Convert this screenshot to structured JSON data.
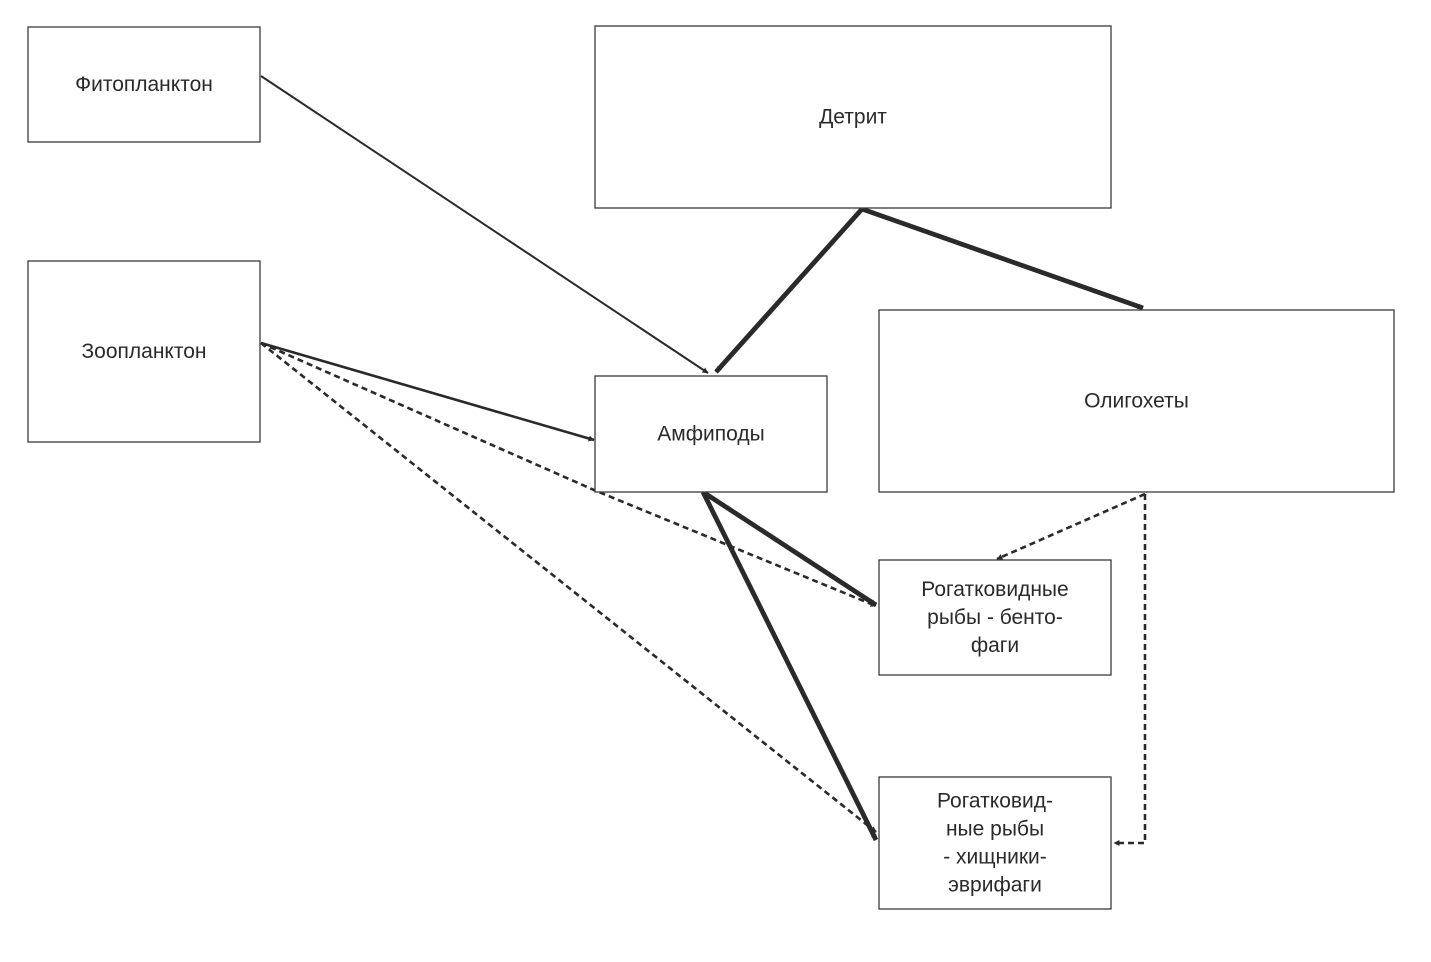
{
  "nodes": {
    "phytoplankton": {
      "lines": [
        "Фитопланктон"
      ]
    },
    "detritus": {
      "lines": [
        "Детрит"
      ]
    },
    "zooplankton": {
      "lines": [
        "Зоопланктон"
      ]
    },
    "amphipods": {
      "lines": [
        "Амфиподы"
      ]
    },
    "oligochaetes": {
      "lines": [
        "Олигохеты"
      ]
    },
    "sculpins_benthophages": {
      "lines": [
        "Рогатковидные",
        "рыбы - бенто-",
        "фаги"
      ]
    },
    "sculpins_predators": {
      "lines": [
        "Рогатковид-",
        "ные рыбы",
        "- хищники-",
        "эврифаги"
      ]
    }
  },
  "edges": [
    {
      "from": "phytoplankton",
      "to": "amphipods",
      "style": "solid",
      "weight": "thin"
    },
    {
      "from": "detritus",
      "to": "amphipods",
      "style": "solid",
      "weight": "thick"
    },
    {
      "from": "detritus",
      "to": "oligochaetes",
      "style": "solid",
      "weight": "thick"
    },
    {
      "from": "zooplankton",
      "to": "amphipods",
      "style": "solid",
      "weight": "medium"
    },
    {
      "from": "zooplankton",
      "to": "sculpins_benthophages",
      "style": "dashed",
      "weight": "medium"
    },
    {
      "from": "zooplankton",
      "to": "sculpins_predators",
      "style": "dashed",
      "weight": "medium"
    },
    {
      "from": "amphipods",
      "to": "sculpins_benthophages",
      "style": "solid",
      "weight": "thick"
    },
    {
      "from": "amphipods",
      "to": "sculpins_predators",
      "style": "solid",
      "weight": "thick"
    },
    {
      "from": "oligochaetes",
      "to": "sculpins_benthophages",
      "style": "dashed",
      "weight": "medium"
    },
    {
      "from": "oligochaetes",
      "to": "sculpins_predators",
      "style": "dashed",
      "weight": "medium"
    }
  ],
  "colors": {
    "line": "#2a2a2a",
    "box_border": "#3a3a3a",
    "text": "#2a2a2a",
    "background": "#ffffff"
  }
}
